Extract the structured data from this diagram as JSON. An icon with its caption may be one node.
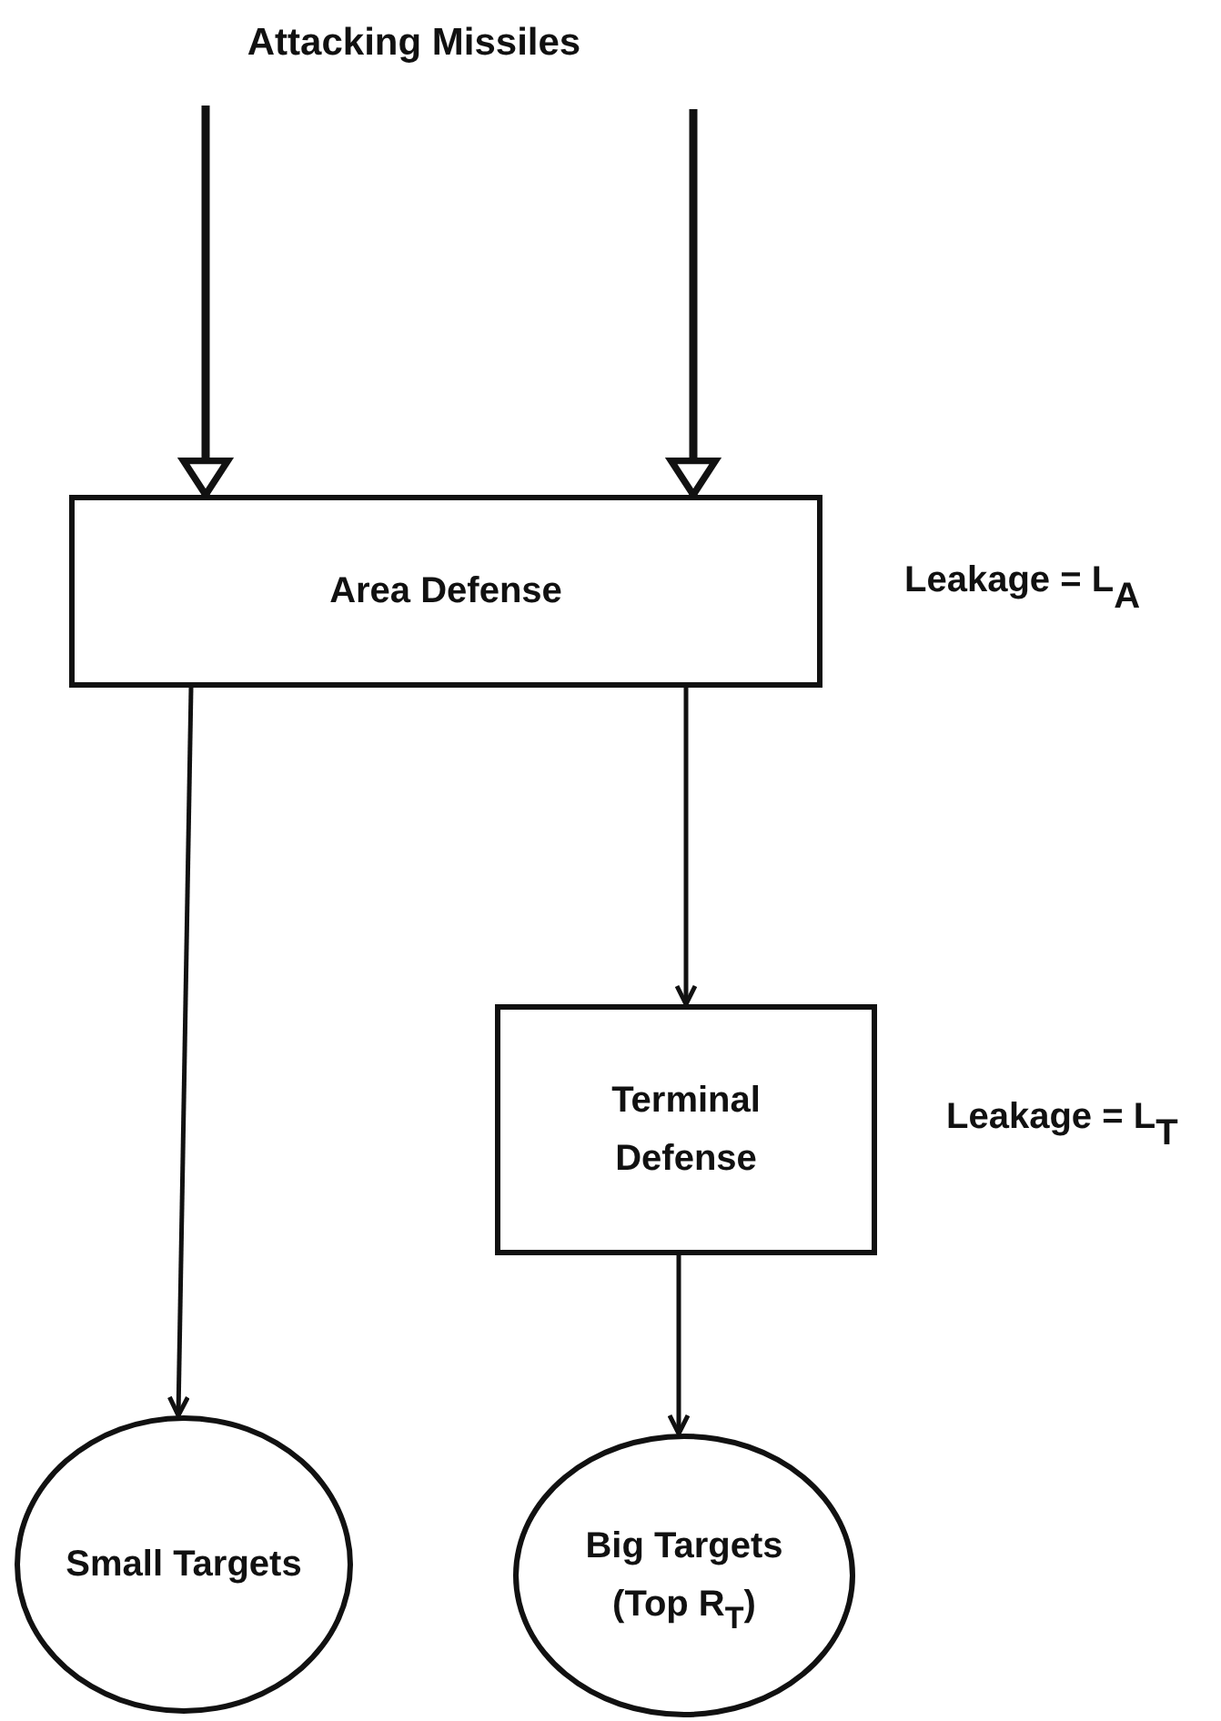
{
  "diagram": {
    "title": "Attacking Missiles",
    "nodes": [
      {
        "text": [
          "Area Defense"
        ],
        "beside": [
          "Leakage = L$_{A}$"
        ]
      },
      {
        "text": [
          "Terminal Defense"
        ],
        "beside": [
          "Leakage = L$_{T}$"
        ]
      },
      {
        "text": [
          "Small Targets"
        ]
      },
      {
        "text": [
          "Big Targets (Top R$_{T}$)"
        ]
      }
    ],
    "edges": [
      {
        "from": null,
        "to": 0,
        "arrow": "to",
        "style": "thick"
      },
      {
        "from": null,
        "to": 0,
        "arrow": "to",
        "style": "thick"
      },
      {
        "from": 0,
        "to": 2,
        "arrow": "to"
      },
      {
        "from": 0,
        "to": 1,
        "arrow": "to"
      },
      {
        "from": 1,
        "to": 3,
        "arrow": "to"
      }
    ]
  }
}
